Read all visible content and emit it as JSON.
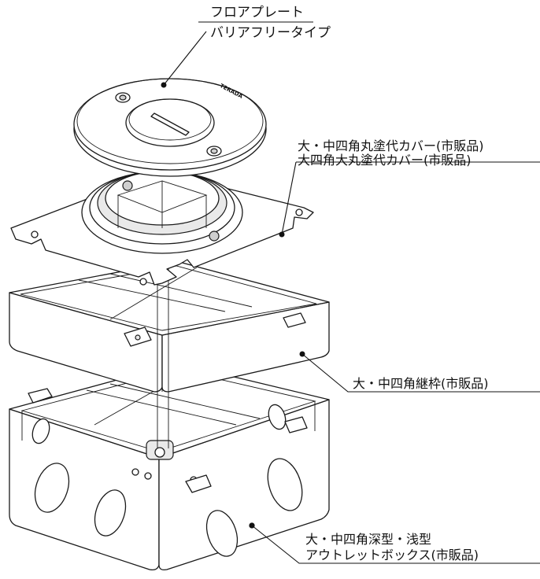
{
  "labels": {
    "floor_plate_line1": "フロアプレート",
    "floor_plate_line2": "バリアフリータイプ",
    "cover_line1": "大・中四角丸塗代カバー(市販品)",
    "cover_line2": "大四角大丸塗代カバー(市販品)",
    "extension_frame": "大・中四角継枠(市販品)",
    "outlet_box_line1": "大・中四角深型・浅型",
    "outlet_box_line2": "アウトレットボックス(市販品)"
  },
  "logo_text": "TERADA"
}
